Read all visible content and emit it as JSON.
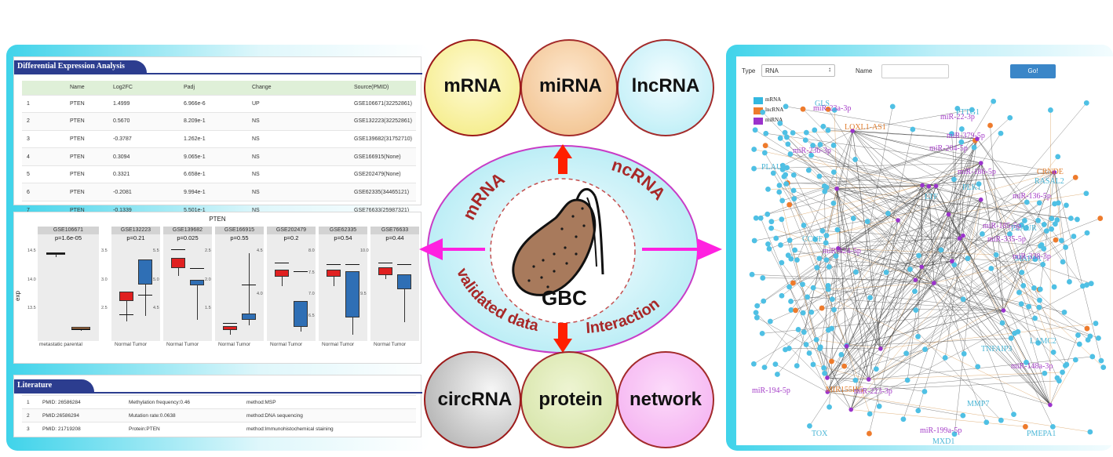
{
  "dea": {
    "title": "Differential Expression Analysis",
    "headers": [
      "",
      "Name",
      "Log2FC",
      "Padj",
      "Change",
      "Source(PMID)"
    ],
    "rows": [
      [
        "1",
        "PTEN",
        "1.4999",
        "6.966e-6",
        "UP",
        "GSE106671(32252861)"
      ],
      [
        "2",
        "PTEN",
        "0.5670",
        "8.209e-1",
        "NS",
        "GSE132223(32252861)"
      ],
      [
        "3",
        "PTEN",
        "-0.3787",
        "1.262e-1",
        "NS",
        "GSE139682(31752710)"
      ],
      [
        "4",
        "PTEN",
        "0.3094",
        "9.065e-1",
        "NS",
        "GSE166915(None)"
      ],
      [
        "5",
        "PTEN",
        "0.3321",
        "6.658e-1",
        "NS",
        "GSE202479(None)"
      ],
      [
        "6",
        "PTEN",
        "-0.2081",
        "9.994e-1",
        "NS",
        "GSE62335(34465121)"
      ],
      [
        "7",
        "PTEN",
        "-0.1339",
        "5.501e-1",
        "NS",
        "GSE76633(25987321)"
      ]
    ]
  },
  "boxplot": {
    "title": "PTEN",
    "ylabel": "exp",
    "panels": [
      {
        "gse": "GSE106671",
        "p": "p=1.6e-05",
        "groups": [
          "metastatic",
          "parental"
        ],
        "ticks": [
          "14.5",
          "14.0",
          "13.5"
        ]
      },
      {
        "gse": "GSE132223",
        "p": "p=0.21",
        "groups": [
          "Normal",
          "Tumor"
        ],
        "ticks": [
          "3.5",
          "3.0",
          "2.5"
        ]
      },
      {
        "gse": "GSE139682",
        "p": "p=0.025",
        "groups": [
          "Normal",
          "Tumor"
        ],
        "ticks": [
          "5.5",
          "5.0",
          "4.5"
        ]
      },
      {
        "gse": "GSE166915",
        "p": "p=0.55",
        "groups": [
          "Normal",
          "Tumor"
        ],
        "ticks": [
          "2.5",
          "2.0",
          "1.5"
        ]
      },
      {
        "gse": "GSE202479",
        "p": "p=0.2",
        "groups": [
          "Normal",
          "Tumor"
        ],
        "ticks": [
          "4.5",
          "4.0"
        ]
      },
      {
        "gse": "GSE62335",
        "p": "p=0.54",
        "groups": [
          "Normal",
          "Tumor"
        ],
        "ticks": [
          "8.0",
          "7.5",
          "7.0",
          "6.5"
        ]
      },
      {
        "gse": "GSE76633",
        "p": "p=0.44",
        "groups": [
          "Normal",
          "Tumor"
        ],
        "ticks": [
          "10.0",
          "9.5"
        ]
      }
    ]
  },
  "literature": {
    "title": "Literature",
    "rows": [
      [
        "1",
        "PMID: 26586284",
        "Methylation frequency:0.46",
        "method:MSP"
      ],
      [
        "2",
        "PMID:26586294",
        "Mutation rate:0.0638",
        "method:DNA sequencing"
      ],
      [
        "3",
        "PMID: 21719208",
        "Protein:PTEN",
        "method:Immunohistochemical staining"
      ]
    ]
  },
  "center": {
    "top_circles": [
      "mRNA",
      "miRNA",
      "lncRNA"
    ],
    "bottom_circles": [
      "circRNA",
      "protein",
      "network"
    ],
    "ellipse_texts": {
      "left": "mRNA",
      "right": "ncRNA",
      "bottom_left": "validated data",
      "bottom_right": "Interaction"
    },
    "core_label": "GBC",
    "colors": {
      "yellow": "#f6f19a",
      "orange": "#f1c38c",
      "cyan": "#c9f1f8",
      "grey": "#c8c8c8",
      "green": "#dbe9ad",
      "pink": "#f6b8f3",
      "arrow_magenta": "#ff21e0",
      "arrow_red": "#ff1f00"
    }
  },
  "network": {
    "type_label": "Type",
    "type_value": "RNA",
    "name_label": "Name",
    "go_label": "Go!",
    "legend": [
      {
        "label": "mRNA",
        "color": "#33b8e0"
      },
      {
        "label": "lncRNA",
        "color": "#ee7b2c"
      },
      {
        "label": "miRNA",
        "color": "#9b33cc"
      }
    ],
    "nodes": [
      {
        "t": "miR-23a-3p",
        "c": "#a53fc8"
      },
      {
        "t": "miR-23b-3p",
        "c": "#a53fc8"
      },
      {
        "t": "LOXL1-AS1",
        "c": "#e07d2e"
      },
      {
        "t": "miR-379-5p",
        "c": "#a53fc8"
      },
      {
        "t": "miR-186-5p",
        "c": "#a53fc8"
      },
      {
        "t": "miR-204-5p",
        "c": "#a53fc8"
      },
      {
        "t": "PTTG1",
        "c": "#49b6d6"
      },
      {
        "t": "CRNDE",
        "c": "#e07d2e"
      },
      {
        "t": "RASAL2",
        "c": "#49b6d6"
      },
      {
        "t": "miR-136-5p",
        "c": "#a53fc8"
      },
      {
        "t": "PLK1",
        "c": "#49b6d6"
      },
      {
        "t": "PLAUR",
        "c": "#49b6d6"
      },
      {
        "t": "miR-185-5p",
        "c": "#a53fc8"
      },
      {
        "t": "miR-335-5p",
        "c": "#a53fc8"
      },
      {
        "t": "MAP1A",
        "c": "#49b6d6"
      },
      {
        "t": "miR-338-3p",
        "c": "#a53fc8"
      },
      {
        "t": "miR-424-5p",
        "c": "#a53fc8"
      },
      {
        "t": "CCNF",
        "c": "#49b6d6"
      },
      {
        "t": "LAMC2",
        "c": "#49b6d6"
      },
      {
        "t": "TNFAIP3",
        "c": "#49b6d6"
      },
      {
        "t": "miR-148a-3p",
        "c": "#a53fc8"
      },
      {
        "t": "MIR155HG",
        "c": "#e07d2e"
      },
      {
        "t": "miR-223-3p",
        "c": "#a53fc8"
      },
      {
        "t": "miR-194-5p",
        "c": "#a53fc8"
      },
      {
        "t": "miR-199a-5p",
        "c": "#a53fc8"
      },
      {
        "t": "MMP7",
        "c": "#49b6d6"
      },
      {
        "t": "TOX",
        "c": "#49b6d6"
      },
      {
        "t": "PMEPA1",
        "c": "#49b6d6"
      },
      {
        "t": "miR-22-3p",
        "c": "#a53fc8"
      },
      {
        "t": "GLS",
        "c": "#49b6d6"
      },
      {
        "t": "PLAU",
        "c": "#49b6d6"
      },
      {
        "t": "LTF",
        "c": "#49b6d6"
      },
      {
        "t": "MXD1",
        "c": "#49b6d6"
      }
    ]
  }
}
